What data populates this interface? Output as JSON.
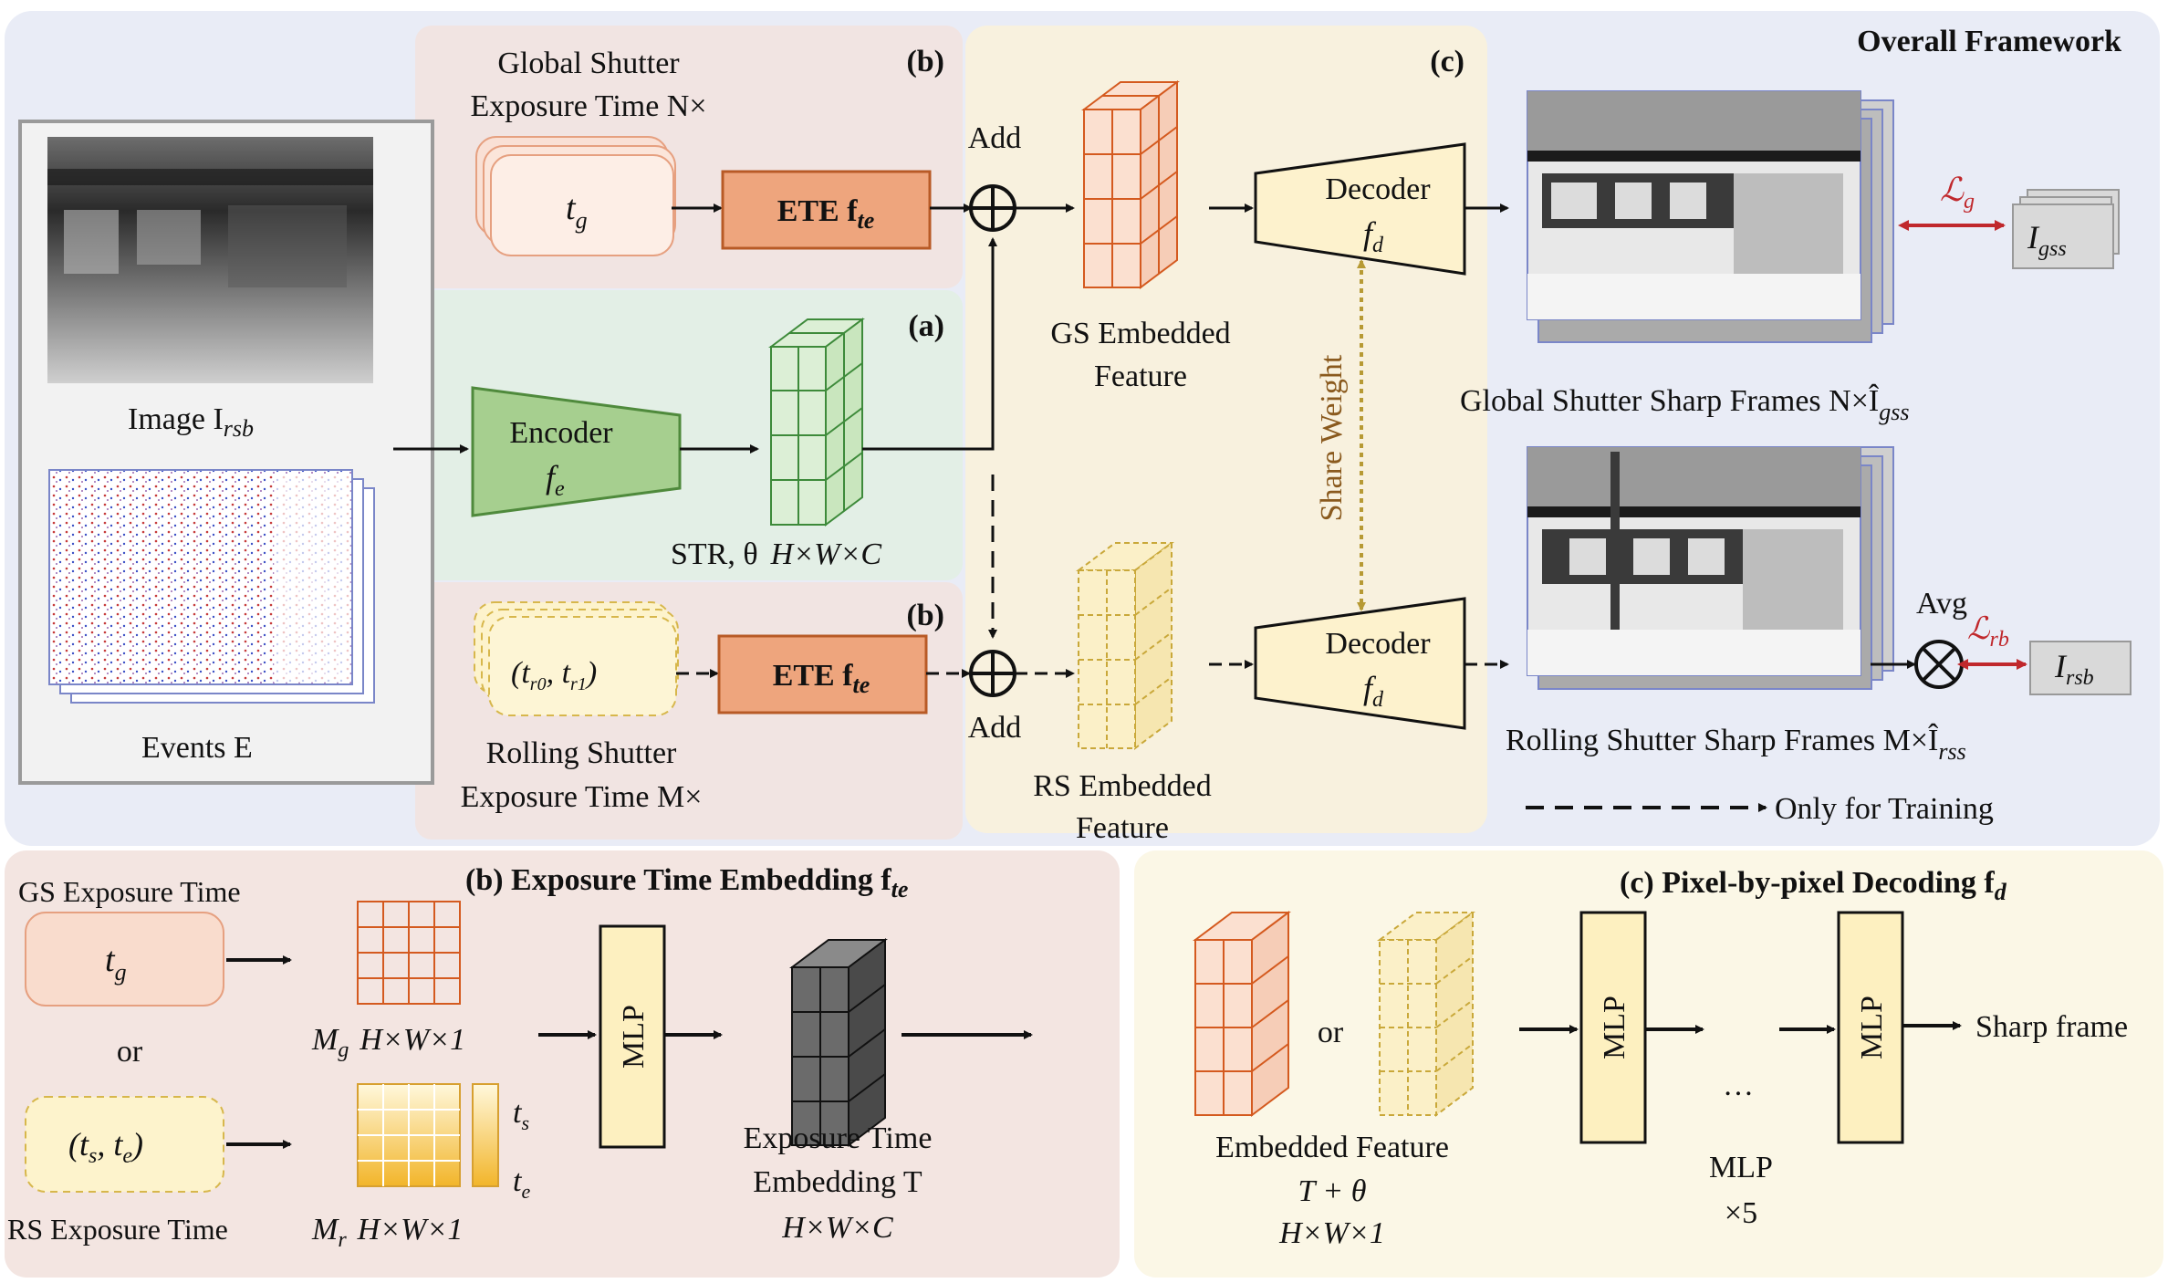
{
  "overall": {
    "title": "Overall Framework"
  },
  "panel_labels": {
    "b_top": "(b)",
    "a": "(a)",
    "b_mid": "(b)",
    "c": "(c)"
  },
  "inputs": {
    "image_label": "Image I",
    "image_sub": "rsb",
    "events_label": "Events E"
  },
  "gs_branch": {
    "title_line1": "Global Shutter",
    "title_line2": "Exposure Time N×",
    "token": "t",
    "token_sub": "g",
    "ete_label": "ETE f",
    "ete_sub": "te",
    "add_label": "Add"
  },
  "encoder": {
    "label": "Encoder",
    "symbol": "f",
    "symbol_sub": "e",
    "str_label": "STR, θ",
    "str_dims": "H×W×C"
  },
  "rs_branch": {
    "title_line1": "Rolling Shutter",
    "title_line2": "Exposure Time M×",
    "token": "(t",
    "token_sub1": "r0",
    "token_mid": ", t",
    "token_sub2": "r1",
    "token_end": ")",
    "ete_label": "ETE f",
    "ete_sub": "te",
    "add_label": "Add"
  },
  "decoder_section": {
    "gs_feature_line1": "GS Embedded",
    "gs_feature_line2": "Feature",
    "rs_feature_line1": "RS Embedded",
    "rs_feature_line2": "Feature",
    "decoder_label": "Decoder",
    "decoder_symbol": "f",
    "decoder_sub": "d",
    "share_weight": "Share Weight"
  },
  "outputs": {
    "gs_frames_label": "Global Shutter Sharp Frames N×Î",
    "gs_frames_sub": "gss",
    "rs_frames_label": "Rolling Shutter Sharp Frames M×Î",
    "rs_frames_sub": "rss",
    "loss_g": "ℒ",
    "loss_g_sub": "g",
    "loss_rb": "ℒ",
    "loss_rb_sub": "rb",
    "avg_label": "Avg",
    "gt_gs": "I",
    "gt_gs_sub": "gss",
    "gt_rs": "I",
    "gt_rs_sub": "rsb",
    "legend_training": "Only for Training"
  },
  "ete_panel": {
    "title": "(b) Exposure Time Embedding f",
    "title_sub": "te",
    "gs_exposure_label": "GS Exposure Time",
    "gs_token": "t",
    "gs_token_sub": "g",
    "or_label": "or",
    "rs_token": "(t",
    "rs_token_sub1": "s",
    "rs_token_mid": ", t",
    "rs_token_sub2": "e",
    "rs_token_end": ")",
    "rs_exposure_label": "RS Exposure Time",
    "mg_label": "M",
    "mg_sub": "g",
    "mg_dims": "H×W×1",
    "mr_label": "M",
    "mr_sub": "r",
    "mr_dims": "H×W×1",
    "ts_label": "t",
    "ts_sub": "s",
    "te_label": "t",
    "te_sub": "e",
    "mlp_label": "MLP",
    "embedding_line1": "Exposure Time",
    "embedding_line2": "Embedding T",
    "embedding_dims": "H×W×C"
  },
  "pbp_panel": {
    "title": "(c) Pixel-by-pixel Decoding f",
    "title_sub": "d",
    "or_label": "or",
    "feature_line1": "Embedded Feature",
    "feature_line2": "T + θ",
    "feature_dims": "H×W×1",
    "mlp1_label": "MLP",
    "ellipsis": "…",
    "mlp2_label": "MLP",
    "mlp_count_line1": "MLP",
    "mlp_count_line2": "×5",
    "output_label": "Sharp frame"
  },
  "colors": {
    "overall_bg": "#e9ecf6",
    "gs_panel_bg": "#f1e4e2",
    "encoder_panel_bg": "#e3efe6",
    "decoder_panel_bg": "#f8f1de",
    "ete_bottom_bg": "#f3e5e1",
    "pbp_bottom_bg": "#fbf7e6",
    "ete_box": "#eea57d",
    "encoder_fill": "#a6cf8f",
    "decoder_fill": "#fdf2cd",
    "mlp_fill": "#fdf0c0",
    "orange_cube": "#d45a1f",
    "green_cube": "#3d8a3a",
    "yellow_cube": "#c9a83a",
    "loss_red": "#c0282c",
    "share_weight_line": "#b79a34",
    "share_weight_text": "#8a5a1e"
  }
}
